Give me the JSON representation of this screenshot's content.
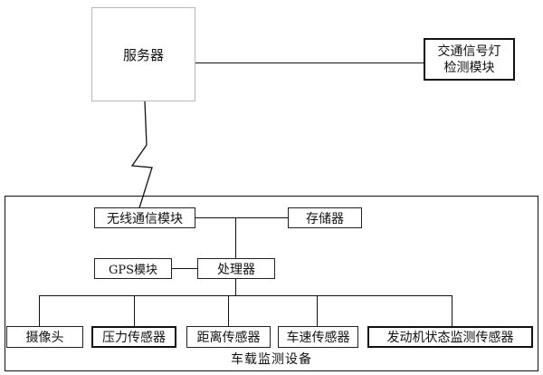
{
  "nodes": {
    "server": "服务器",
    "traffic_light": [
      "交通信号灯",
      "检测模块"
    ],
    "wireless": "无线通信模块",
    "storage": "存储器",
    "gps": "GPS模块",
    "processor": "处理器",
    "camera": "摄像头",
    "pressure": "压力传感器",
    "distance": "距离传感器",
    "speed": "车速传感器",
    "engine": "发动机状态监测传感器"
  },
  "container_label": "车载监测设备",
  "colors": {
    "line": "#111111",
    "server_border": "#b8b8b8",
    "background": "#ffffff"
  }
}
